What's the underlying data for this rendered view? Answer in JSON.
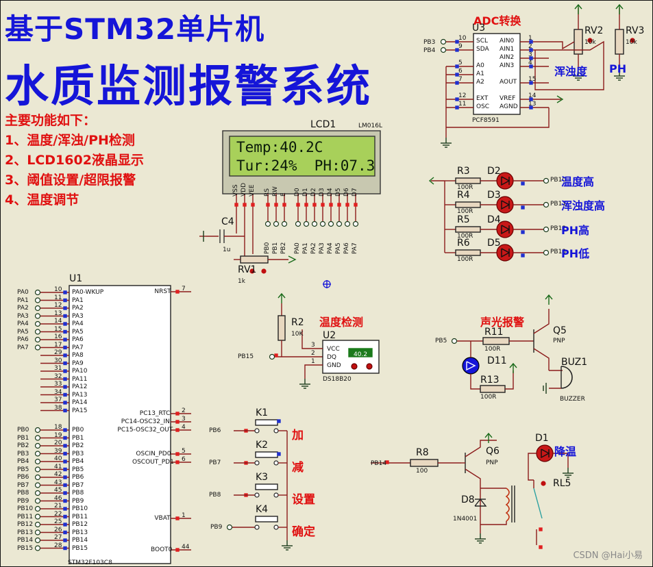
{
  "title": {
    "line1": "基于STM32单片机",
    "line2": "水质监测报警系统"
  },
  "features": {
    "heading": "主要功能如下：",
    "items": [
      "1、温度/浑浊/PH检测",
      "2、LCD1602液晶显示",
      "3、阈值设置/超限报警",
      "4、温度调节"
    ]
  },
  "lcd": {
    "ref": "LCD1",
    "model": "LM016L",
    "row1": "Temp:40.2C",
    "row2": "Tur:24%  PH:07.3",
    "pins": [
      "VSS",
      "VDD",
      "VEE",
      "RS",
      "RW",
      "E",
      "D0",
      "D1",
      "D2",
      "D3",
      "D4",
      "D5",
      "D6",
      "D7"
    ],
    "nets": [
      "PB0",
      "PB1",
      "PB2",
      "PA0",
      "PA1",
      "PA2",
      "PA3",
      "PA4",
      "PA5",
      "PA6",
      "PA7"
    ]
  },
  "c4": {
    "ref": "C4",
    "value": "1u"
  },
  "rv1": {
    "ref": "RV1",
    "value": "1k"
  },
  "adc": {
    "title": "ADC转换",
    "ref": "U3",
    "model": "PCF8591",
    "left_pins": [
      "SCL",
      "SDA",
      "A0",
      "A1",
      "A2",
      "EXT",
      "OSC"
    ],
    "left_nums": [
      "10",
      "9",
      "5",
      "6",
      "7",
      "12",
      "11"
    ],
    "right_pins": [
      "AIN0",
      "AIN1",
      "AIN2",
      "AIN3",
      "AOUT",
      "VREF",
      "AGND"
    ],
    "right_nums": [
      "1",
      "2",
      "3",
      "4",
      "15",
      "14",
      "13"
    ],
    "nets": [
      "PB3",
      "PB4"
    ]
  },
  "rv2": {
    "ref": "RV2",
    "value": "10k",
    "label": "浑浊度"
  },
  "rv3": {
    "ref": "RV3",
    "value": "10k",
    "label": "PH"
  },
  "leds": [
    {
      "r": "R3",
      "rv": "100R",
      "d": "D2",
      "net": "PB10",
      "label": "温度高"
    },
    {
      "r": "R4",
      "rv": "100R",
      "d": "D3",
      "net": "PB11",
      "label": "浑浊度高"
    },
    {
      "r": "R5",
      "rv": "100R",
      "d": "D4",
      "net": "PB12",
      "label": "PH高"
    },
    {
      "r": "R6",
      "rv": "100R",
      "d": "D5",
      "net": "PB13",
      "label": "PH低"
    }
  ],
  "mcu": {
    "ref": "U1",
    "model": "STM32F103C8",
    "pa_nets": [
      "PA0",
      "PA1",
      "PA2",
      "PA3",
      "PA4",
      "PA5",
      "PA6",
      "PA7"
    ],
    "pa_nums": [
      "10",
      "11",
      "12",
      "13",
      "14",
      "15",
      "16",
      "17",
      "29",
      "30",
      "31",
      "32",
      "33",
      "34",
      "37",
      "38"
    ],
    "pa_pins": [
      "PA0-WKUP",
      "PA1",
      "PA2",
      "PA3",
      "PA4",
      "PA5",
      "PA6",
      "PA7",
      "PA8",
      "PA9",
      "PA10",
      "PA11",
      "PA12",
      "PA13",
      "PA14",
      "PA15"
    ],
    "pb_nets": [
      "PB0",
      "PB1",
      "PB2",
      "PB3",
      "PB4",
      "PB5",
      "PB6",
      "PB7",
      "PB8",
      "PB9",
      "PB10",
      "PB11",
      "PB12",
      "PB13",
      "PB14",
      "PB15"
    ],
    "pb_nums": [
      "18",
      "19",
      "20",
      "39",
      "40",
      "41",
      "42",
      "43",
      "45",
      "46",
      "21",
      "22",
      "25",
      "26",
      "27",
      "28"
    ],
    "right_pins": [
      "NRST",
      "PC13_RTC",
      "PC14-OSC32_IN",
      "PC15-OSC32_OUT",
      "OSCIN_PD0",
      "OSCOUT_PD1",
      "VBAT",
      "BOOT0"
    ],
    "right_nums": [
      "7",
      "2",
      "3",
      "4",
      "5",
      "6",
      "1",
      "44"
    ]
  },
  "temp": {
    "title": "温度检测",
    "r": "R2",
    "rv": "10K",
    "u": "U2",
    "model": "DS18B20",
    "reading": "40.2",
    "pins": [
      "VCC",
      "DQ",
      "GND"
    ],
    "nums": [
      "3",
      "2",
      "1"
    ],
    "net": "PB15"
  },
  "alarm": {
    "title": "声光报警",
    "r11": "R11",
    "r11v": "100R",
    "r13": "R13",
    "r13v": "100R",
    "d11": "D11",
    "q5": "Q5",
    "q5t": "PNP",
    "buz": "BUZ1",
    "buzt": "BUZZER",
    "net": "PB5"
  },
  "keys": [
    {
      "ref": "K1",
      "net": "PB6",
      "label": "加"
    },
    {
      "ref": "K2",
      "net": "PB7",
      "label": "减"
    },
    {
      "ref": "K3",
      "net": "PB8",
      "label": "设置"
    },
    {
      "ref": "K4",
      "net": "PB9",
      "label": "确定"
    }
  ],
  "relay": {
    "r8": "R8",
    "r8v": "100",
    "q6": "Q6",
    "q6t": "PNP",
    "d8": "D8",
    "d8v": "1N4001",
    "d1": "D1",
    "rl": "RL5",
    "label": "降温",
    "net": "PB14"
  },
  "watermark": "CSDN @Hai小易"
}
